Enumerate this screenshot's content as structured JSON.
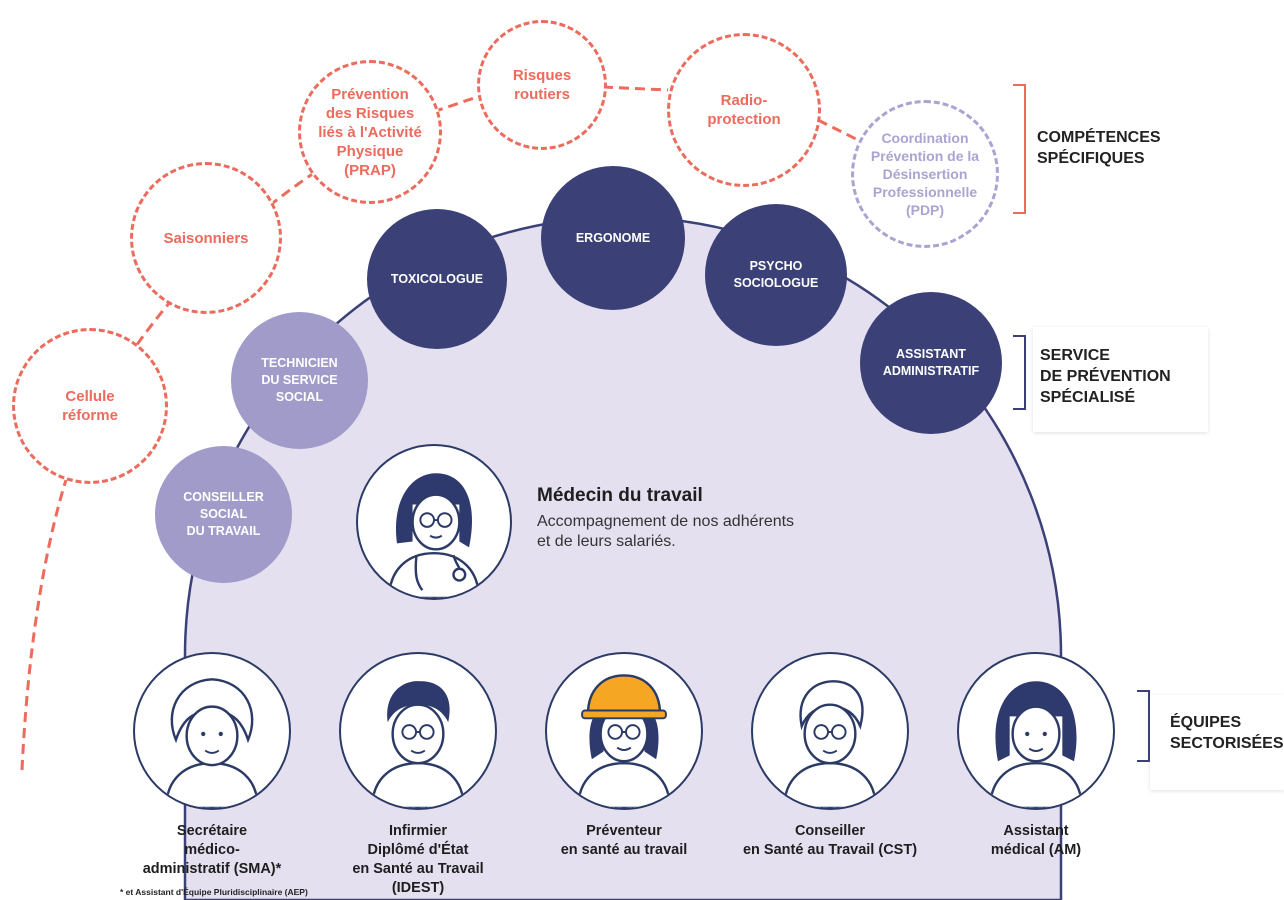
{
  "specific_skills": [
    {
      "id": "cellule",
      "label": "Cellule\nréforme"
    },
    {
      "id": "saisonniers",
      "label": "Saisonniers"
    },
    {
      "id": "prap",
      "label": "Prévention\ndes Risques\nliés à l'Activité\nPhysique\n(PRAP)"
    },
    {
      "id": "routiers",
      "label": "Risques\nroutiers"
    },
    {
      "id": "radio",
      "label": "Radio-\nprotection"
    },
    {
      "id": "pdp",
      "label": "Coordination\nPrévention de la\nDésinsertion\nProfessionnelle\n(PDP)"
    }
  ],
  "specialized_service": [
    {
      "id": "conseiller-social",
      "label": "CONSEILLER\nSOCIAL\nDU TRAVAIL",
      "tone": "light"
    },
    {
      "id": "technicien",
      "label": "TECHNICIEN\nDU SERVICE\nSOCIAL",
      "tone": "light"
    },
    {
      "id": "toxicologue",
      "label": "TOXICOLOGUE",
      "tone": "dark"
    },
    {
      "id": "ergonome",
      "label": "ERGONOME",
      "tone": "dark"
    },
    {
      "id": "psycho",
      "label": "PSYCHO\nSOCIOLOGUE",
      "tone": "dark"
    },
    {
      "id": "assistant-admin",
      "label": "ASSISTANT\nADMINISTRATIF",
      "tone": "dark"
    }
  ],
  "doctor": {
    "title": "Médecin du travail",
    "description": "Accompagnement de nos adhérents\net de leurs salariés."
  },
  "teams": [
    {
      "id": "sma",
      "label": "Secrétaire\nmédico-\nadministratif (SMA)*"
    },
    {
      "id": "idest",
      "label": "Infirmier\nDiplômé d'État\nen Santé au Travail\n(IDEST)"
    },
    {
      "id": "preventeur",
      "label": "Préventeur\nen santé au travail"
    },
    {
      "id": "cst",
      "label": "Conseiller\nen Santé au Travail (CST)"
    },
    {
      "id": "am",
      "label": "Assistant\nmédical (AM)"
    }
  ],
  "footnote": "* et Assistant d'Équipe Pluridisciplinaire (AEP)",
  "tiers": {
    "competences": "COMPÉTENCES\nSPÉCIFIQUES",
    "service": "SERVICE\nDE PRÉVENTION\nSPÉCIALISÉ",
    "equipes": "ÉQUIPES\nSECTORISÉES"
  },
  "colors": {
    "dark_node": "#3b4177",
    "light_node": "#a19bca",
    "dashed_skill": "#ec6b5c",
    "dashed_pdp": "#a9a4d2",
    "dome_fill": "#e4e0f0",
    "bracket_navy": "#3b4177"
  }
}
